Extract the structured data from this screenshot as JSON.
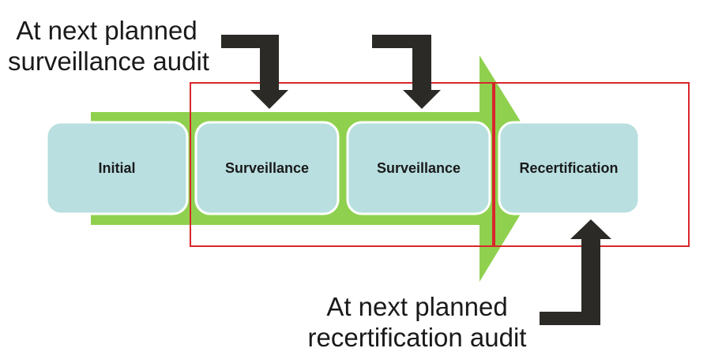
{
  "stages": [
    {
      "label": "Initial"
    },
    {
      "label": "Surveillance"
    },
    {
      "label": "Surveillance"
    },
    {
      "label": "Recertification"
    }
  ],
  "annotations": {
    "surveillance": {
      "line1": "At next planned",
      "line2": "surveillance audit"
    },
    "recertification": {
      "line1": "At next planned",
      "line2": "recertification audit"
    }
  },
  "colors": {
    "flow_arrow": "#8fd14f",
    "stage_fill": "#b9dfe0",
    "stage_border": "#ffffff",
    "highlight_frame": "#d9262c",
    "pointer_arrow": "#2b2a26"
  }
}
